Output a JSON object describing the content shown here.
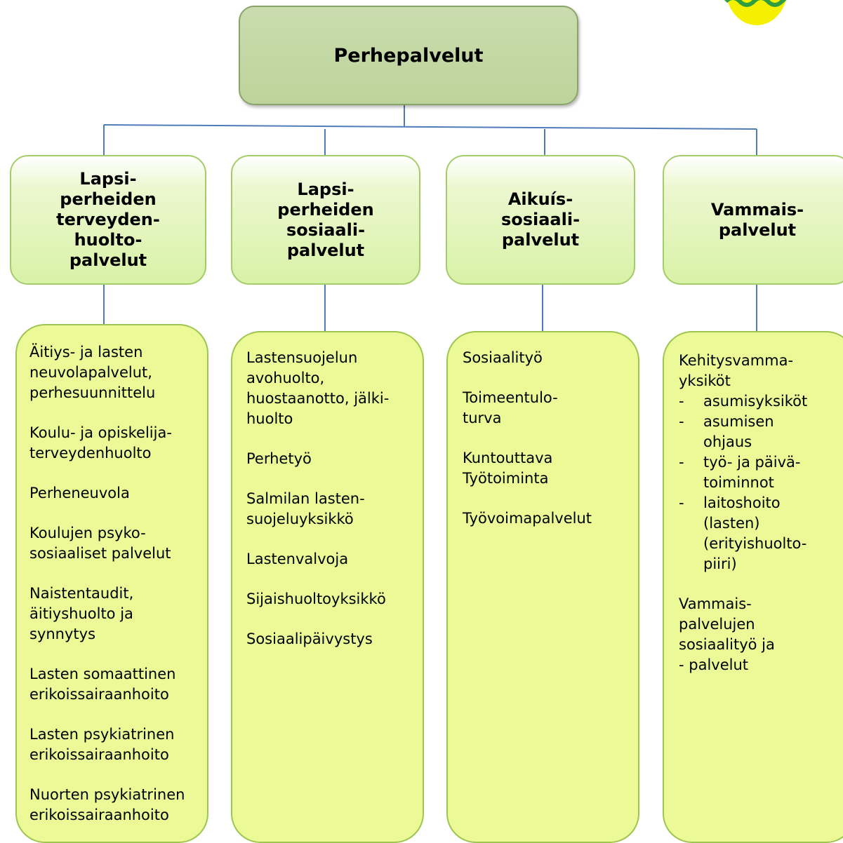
{
  "root": {
    "title": "Perhepalvelut"
  },
  "categories": [
    {
      "title": "Lapsi-\nperheiden\nterveyden-\nhuolto-\npalvelut"
    },
    {
      "title": "Lapsi-\nperheiden\nsosiaali-\npalvelut"
    },
    {
      "title": "Aikuís-\nsosiaali-\npalvelut"
    },
    {
      "title": "Vammais-\npalvelut"
    }
  ],
  "services": {
    "col1": [
      "Äitiys- ja lasten\nneuvolapalvelut,\nperhesuunnittelu",
      "Koulu- ja opiskelija-\nterveydenhuolto",
      "Perheneuvola",
      "Koulujen psyko-\nsosiaaliset palvelut",
      "Naistentaudit,\näitiyshuolto ja\nsynnytys",
      "Lasten somaattinen\nerikoissairaanhoito",
      "Lasten psykiatrinen\nerikoissairaanhoito",
      "Nuorten psykiatrinen\nerikoissairaanhoito"
    ],
    "col2": [
      "Lastensuojelun\navohuolto,\nhuostaanotto, jälki-\nhuolto",
      "Perhetyö",
      "Salmilan lasten-\nsuojeluyksikkö",
      "Lastenvalvoja",
      "Sijaishuoltoyksikkö",
      "Sosiaalipäivystys"
    ],
    "col3": [
      "Sosiaalityö",
      "Toimeentulo-\nturva",
      "Kuntouttava\nTyötoiminta",
      "Työvoimapalvelut"
    ],
    "col4": {
      "heading": "Kehitysvamma-\nyksiköt",
      "subitems": [
        "asumisyksiköt",
        "asumisen\nohjaus",
        "työ- ja päivä-\ntoiminnot",
        "laitoshoito\n(lasten)\n(erityishuolto-\npiiri)"
      ],
      "footer": "Vammais-\npalvelujen\nsosiaalityö ja\n- palvelut"
    }
  },
  "colors": {
    "root_fill": "#c5d9a6",
    "category_fill": "#d8f2a7",
    "service_fill": "#ebfa96",
    "connector": "#4f7bb8",
    "logo_fill": "#f4f000",
    "logo_wave": "#2f9e40"
  }
}
